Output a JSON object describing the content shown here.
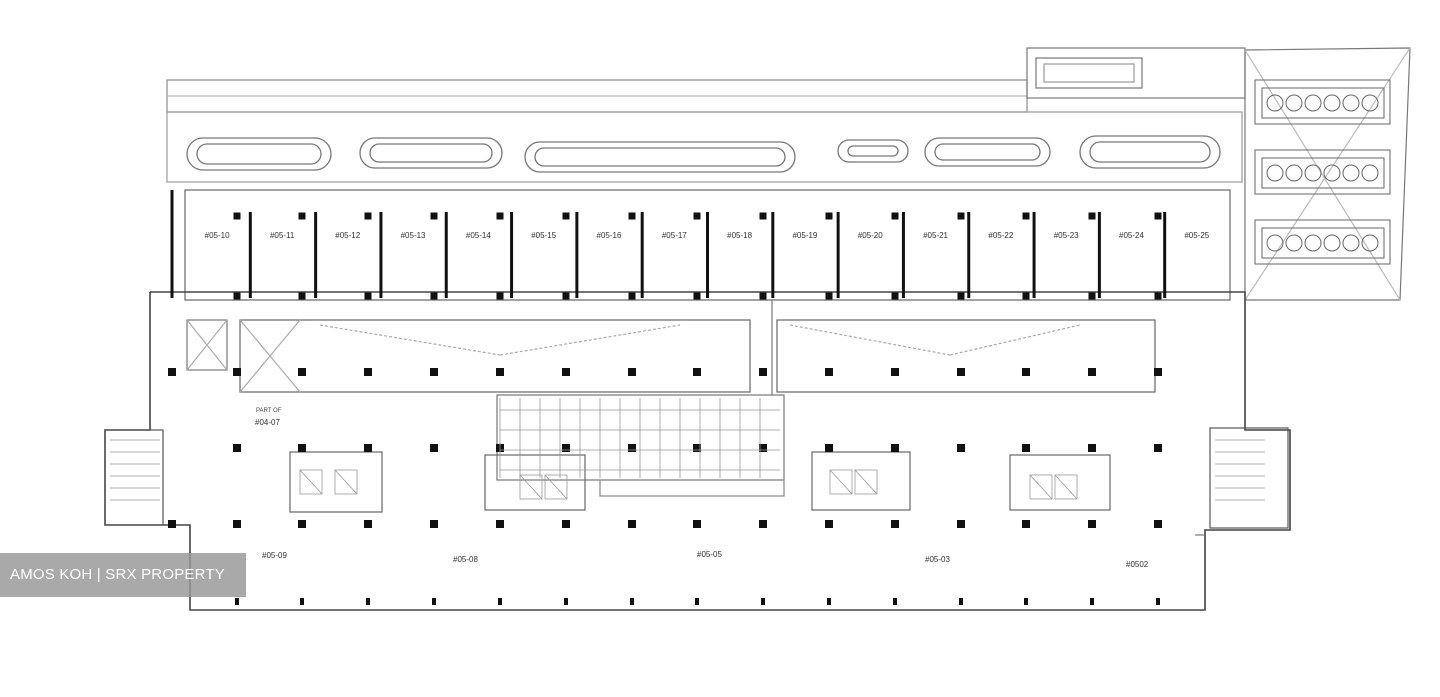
{
  "watermark": {
    "text": "AMOS KOH | SRX PROPERTY"
  },
  "units_top": [
    "#05-10",
    "#05-11",
    "#05-12",
    "#05-13",
    "#05-14",
    "#05-15",
    "#05-16",
    "#05-17",
    "#05-18",
    "#05-19",
    "#05-20",
    "#05-21",
    "#05-22",
    "#05-23",
    "#05-24",
    "#05-25"
  ],
  "units_bottom": [
    "#05-09",
    "#05-08",
    "#05-05",
    "#05-03",
    "#0502"
  ],
  "part_of": {
    "line1": "PART OF",
    "line2": "#04-07"
  },
  "colors": {
    "line": "#555555",
    "light_line": "#9a9a9a",
    "column": "#111111",
    "watermark_bg": "#969696"
  }
}
